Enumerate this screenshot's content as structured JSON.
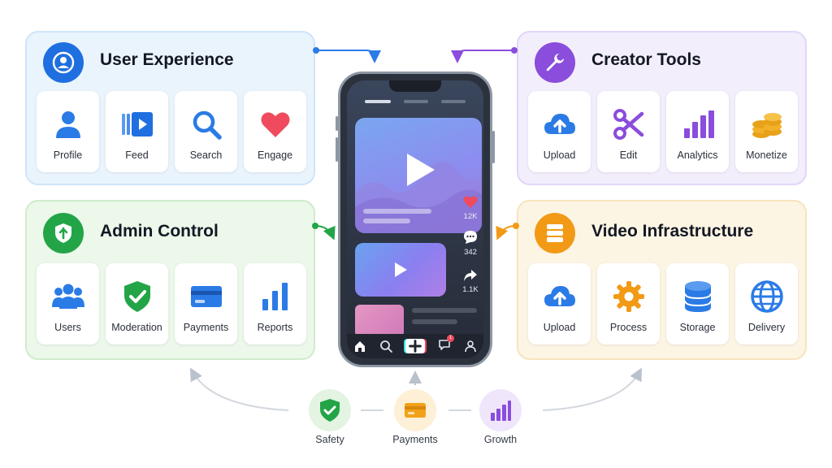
{
  "panels": {
    "user_experience": {
      "title": "User Experience",
      "items": [
        {
          "label": "Profile",
          "icon": "person-icon"
        },
        {
          "label": "Feed",
          "icon": "video-feed-icon"
        },
        {
          "label": "Search",
          "icon": "search-icon"
        },
        {
          "label": "Engage",
          "icon": "heart-icon"
        }
      ],
      "accent": "#1f6fe0"
    },
    "creator_tools": {
      "title": "Creator Tools",
      "items": [
        {
          "label": "Upload",
          "icon": "cloud-upload-icon"
        },
        {
          "label": "Edit",
          "icon": "scissors-icon"
        },
        {
          "label": "Analytics",
          "icon": "bar-chart-icon"
        },
        {
          "label": "Monetize",
          "icon": "coins-icon"
        }
      ],
      "accent": "#8a4ddc"
    },
    "admin_control": {
      "title": "Admin Control",
      "items": [
        {
          "label": "Users",
          "icon": "users-icon"
        },
        {
          "label": "Moderation",
          "icon": "shield-check-icon"
        },
        {
          "label": "Payments",
          "icon": "credit-card-icon"
        },
        {
          "label": "Reports",
          "icon": "bar-chart-icon"
        }
      ],
      "accent": "#23a547"
    },
    "video_infrastructure": {
      "title": "Video Infrastructure",
      "items": [
        {
          "label": "Upload",
          "icon": "cloud-upload-icon"
        },
        {
          "label": "Process",
          "icon": "gear-icon"
        },
        {
          "label": "Storage",
          "icon": "database-icon"
        },
        {
          "label": "Delivery",
          "icon": "globe-icon"
        }
      ],
      "accent": "#f29a16"
    }
  },
  "phone": {
    "likes": "12K",
    "comments": "342",
    "shares": "1.1K",
    "notification_badge": "1",
    "nav": [
      "home-icon",
      "search-icon",
      "create-plus-icon",
      "inbox-icon",
      "profile-icon"
    ]
  },
  "bottom": {
    "items": [
      {
        "label": "Safety",
        "icon": "shield-check-icon"
      },
      {
        "label": "Payments",
        "icon": "credit-card-icon"
      },
      {
        "label": "Growth",
        "icon": "bar-chart-icon"
      }
    ]
  }
}
